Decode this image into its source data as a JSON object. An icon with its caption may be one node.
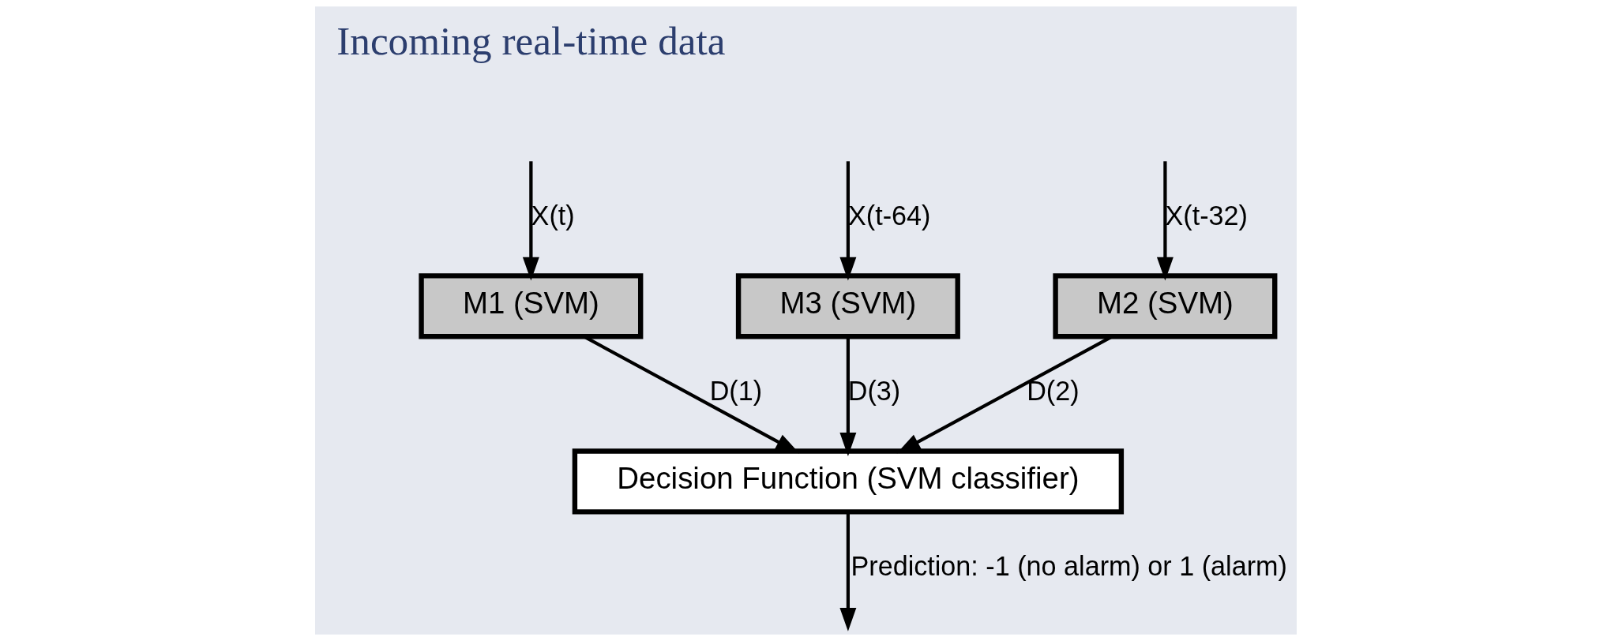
{
  "diagram": {
    "nodes": [
      {
        "text": [
          "M3 (SVM)"
        ]
      },
      {
        "text": [
          "M2 (SVM)"
        ]
      },
      {
        "text": [
          "M1 (SVM)"
        ]
      },
      {
        "text": [
          "Decision Function (SVM classifier)"
        ]
      }
    ],
    "edges": [
      {
        "from": null,
        "to": 0,
        "arrow": "to",
        "label": "X(t-64)"
      },
      {
        "from": null,
        "to": 1,
        "arrow": "to",
        "label": "X(t-32)"
      },
      {
        "from": null,
        "to": 2,
        "arrow": "to",
        "label": "X(t)"
      },
      {
        "from": 0,
        "to": 3,
        "arrow": "to",
        "label": "D(3)"
      },
      {
        "from": 1,
        "to": 3,
        "arrow": "to",
        "label": "D(2)"
      },
      {
        "from": 2,
        "to": 3,
        "arrow": "to",
        "label": "D(1)"
      },
      {
        "from": 3,
        "to": null,
        "arrow": "to",
        "label": "Prediction: -1 (no alarm) or 1 (alarm)"
      }
    ],
    "labels": [
      "Incoming real-time data"
    ]
  }
}
